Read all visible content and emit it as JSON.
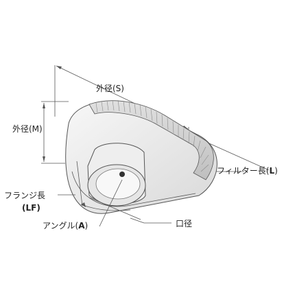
{
  "labels": {
    "outer_s": "外径(S)",
    "outer_m": "外径(M)",
    "filter_length_text": "フィルター長(",
    "filter_length_sym": "L",
    "filter_length_close": ")",
    "flange_length_text": "フランジ長",
    "flange_length_sym": "(LF)",
    "angle_text": "アングル(",
    "angle_sym": "A",
    "angle_close": ")",
    "bore": "口径"
  },
  "colors": {
    "line": "#555555",
    "fill_light": "#f2f2f2",
    "fill_mid": "#dcdcdc",
    "ribs": "#9a9a9a"
  }
}
